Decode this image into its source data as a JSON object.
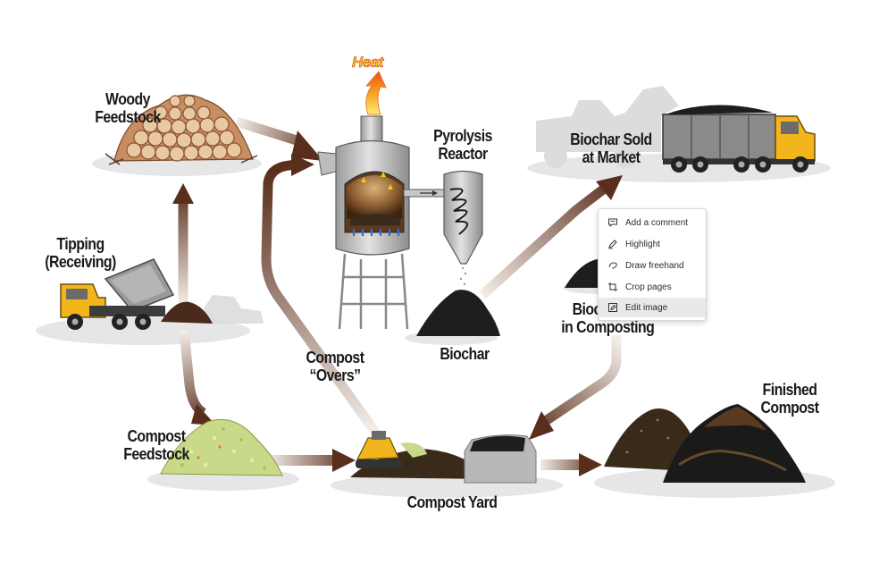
{
  "diagram": {
    "labels": {
      "heat": "Heat",
      "woody_feedstock": [
        "Woody",
        "Feedstock"
      ],
      "pyrolysis_reactor": [
        "Pyrolysis",
        "Reactor"
      ],
      "biochar_sold": [
        "Biochar Sold",
        "at Market"
      ],
      "tipping": [
        "Tipping",
        "(Receiving)"
      ],
      "biochar_composting": [
        "Biochar",
        "in Composting"
      ],
      "compost_overs": [
        "Compost",
        "“Overs”"
      ],
      "biochar": "Biochar",
      "finished_compost": [
        "Finished",
        "Compost"
      ],
      "compost_feedstock": [
        "Compost",
        "Feedstock"
      ],
      "compost_yard": "Compost Yard"
    },
    "colors": {
      "arrow_dark": "#5a2e1c",
      "arrow_light": "#f2ebe6",
      "shadow": "#e4e4e4",
      "truck_yellow": "#f2b51c",
      "char_black": "#1e1e1e",
      "soil_brown": "#4a2a1a",
      "compost_green": "#c9d98a"
    }
  },
  "context_menu": {
    "items": [
      {
        "label": "Add a comment",
        "icon": "comment-icon"
      },
      {
        "label": "Highlight",
        "icon": "highlight-pen-icon"
      },
      {
        "label": "Draw freehand",
        "icon": "freehand-icon"
      },
      {
        "label": "Crop pages",
        "icon": "crop-icon"
      },
      {
        "label": "Edit image",
        "icon": "edit-image-icon"
      }
    ],
    "selected_item": "Edit image"
  }
}
